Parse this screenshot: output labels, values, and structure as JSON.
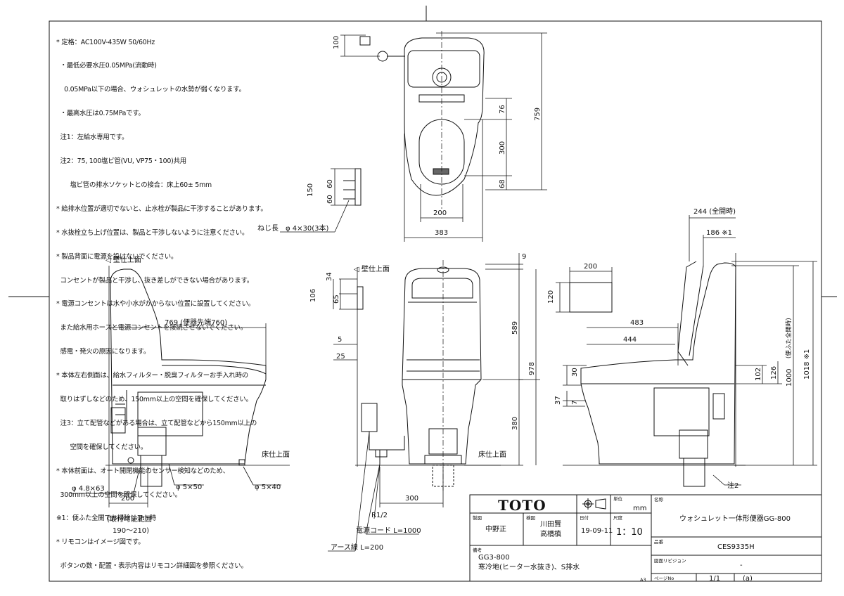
{
  "notes": [
    "* 定格：AC100V-435W 50/60Hz",
    "  ・最低必要水圧0.05MPa(流動時)",
    "    0.05MPa以下の場合、ウォシュレットの水勢が弱くなります。",
    "  ・最高水圧は0.75MPaです。",
    "  注1：左給水専用です。",
    "  注2：75, 100塩ビ管(VU, VP75・100)共用",
    "       塩ビ管の排水ソケットとの接合：床上60± 5mm",
    "* 給排水位置が適切でないと、止水栓が製品に干渉することがあります。",
    "* 水抜栓立ち上げ位置は、製品と干渉しないように注意ください。",
    "* 製品背面に電源を設けないでください。",
    "  コンセントが製品と干渉し、抜き差しができない場合があります。",
    "* 電源コンセントは水や小水がかからない位置に設置してください。",
    "  また給水用ホースと電源コンセントを接続させないでください。",
    "  感電・発火の原因になります。",
    "* 本体左右側面は、給水フィルター・脱臭フィルターお手入れ時の",
    "  取りはずしなどのため、150mm以上の空間を確保してください。",
    "  注3：立て配管などがある場合は、立て配管などから150mm以上の",
    "       空間を確保してください。",
    "* 本体前面は、オート開閉機能のセンサー検知などのため、",
    "  300mm以上の空間を確保してください。",
    "※1：便ふた全開でお掃除リフト時",
    "* リモコンはイメージ図です。",
    "  ボタンの数・配置・表示内容はリモコン詳細図を参照ください。"
  ],
  "labels": {
    "wall_finish_left": "◁ 壁仕上面",
    "wall_finish_mid": "◁ 壁仕上面",
    "floor_finish_left": "床仕上面",
    "floor_finish_mid": "床仕上面",
    "screw": "ねじ長　φ 4×30(3本)",
    "hole_48": "φ 4.8×63",
    "hole_5x50": "φ 5×50",
    "hole_5x40": "φ 5×40",
    "range_title": "(取付可能範囲",
    "range_value": "190～210)",
    "r12": "R1/2",
    "power_cord": "電源コード L=1000",
    "earth": "アース線 L=200",
    "note2": "注2"
  },
  "dims": {
    "top_100": "100",
    "top_759": "759",
    "top_76": "76",
    "top_300": "300",
    "top_68": "68",
    "top_200": "200",
    "top_383": "383",
    "top_150": "150",
    "top_60a": "60",
    "top_60b": "60",
    "side_769": "769 (便器先端760)",
    "side_200": "200",
    "front_9": "9",
    "front_34": "34",
    "front_106": "106",
    "front_65": "65",
    "front_5": "5",
    "front_25": "25",
    "front_589": "589",
    "front_978": "978",
    "front_380": "380",
    "front_300": "300",
    "right_244": "244 (全開時)",
    "right_186": "186 ※1",
    "right_200": "200",
    "right_120": "120",
    "right_483": "483",
    "right_444": "444",
    "right_30": "30",
    "right_37": "37",
    "right_7": "7",
    "right_102": "102",
    "right_126": "126",
    "right_1000": "1000",
    "right_1018": "1018 ※1",
    "right_lid": "(便ふた全開時)"
  },
  "titleblock": {
    "logo": "TOTO",
    "unit_label": "単位",
    "unit": "mm",
    "name_label": "名称",
    "name": "ウォシュレット一体形便器GG-800",
    "design_label": "製図",
    "designer": "中野正",
    "check_label": "検図",
    "checker1": "川田賢",
    "checker2": "高橋槙",
    "date_label": "日付",
    "date": "19-09-11",
    "scale_label": "尺度",
    "scale": "1：10",
    "model_label": "品番",
    "model": "CES9335H",
    "remark_label": "備考",
    "remark1": "GG3-800",
    "remark2": "寒冷地(ヒーター水抜き)、S排水",
    "revision_label": "図面リビジョン",
    "revision": "-",
    "sheet": "A3",
    "page_label": "ページNo",
    "page": "1/1",
    "rev_code": "(a)"
  }
}
